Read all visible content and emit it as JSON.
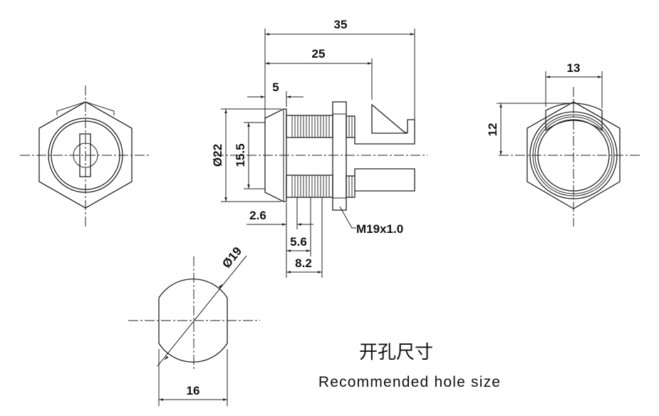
{
  "dimensions": {
    "overall_length": "35",
    "cam_length": "25",
    "bezel_thickness": "5",
    "bezel_diameter": "Ø22",
    "inner_diameter": "15.5",
    "dim_2_6": "2.6",
    "dim_5_6": "5.6",
    "dim_8_2": "8.2",
    "thread": "M19x1.0",
    "cam_width": "13",
    "cam_height": "12",
    "hole_diameter": "Ø19",
    "hole_width": "16"
  },
  "caption": {
    "chinese": "开孔尺寸",
    "english": "Recommended hole size"
  }
}
